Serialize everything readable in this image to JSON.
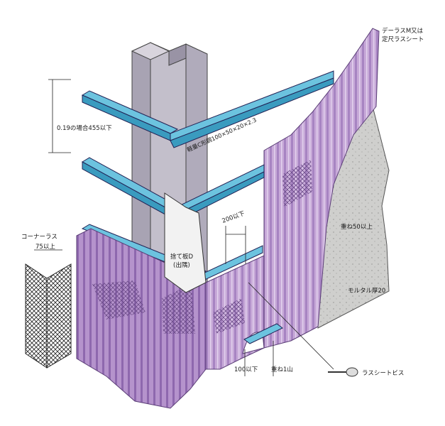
{
  "labels": {
    "lath_type_line1": "デーラスM又は",
    "lath_type_line2": "定尺ラスシート",
    "pitch": "0.19の場合455以下",
    "c_channel": "軽量C形鋼100×50×20×2.3",
    "overlap_top": "重ね50以上",
    "spacing_200": "200以下",
    "mortar": "モルタル厚20",
    "corner_lath": "コーナーラス",
    "corner_75": "75以上",
    "sacrificial_line1": "捨て板D",
    "sacrificial_line2": "(出隅)",
    "spacing_100": "100以下",
    "overlap_ridge": "重ね1山",
    "screw": "ラスシートビス"
  },
  "colors": {
    "lath_sheet": "#c7a9d8",
    "lath_dark": "#9a76b6",
    "steel_channel": "#6cc3df",
    "column": "#b3aebd",
    "mortar": "#cfcfcd",
    "mesh": "#7a5a96"
  }
}
